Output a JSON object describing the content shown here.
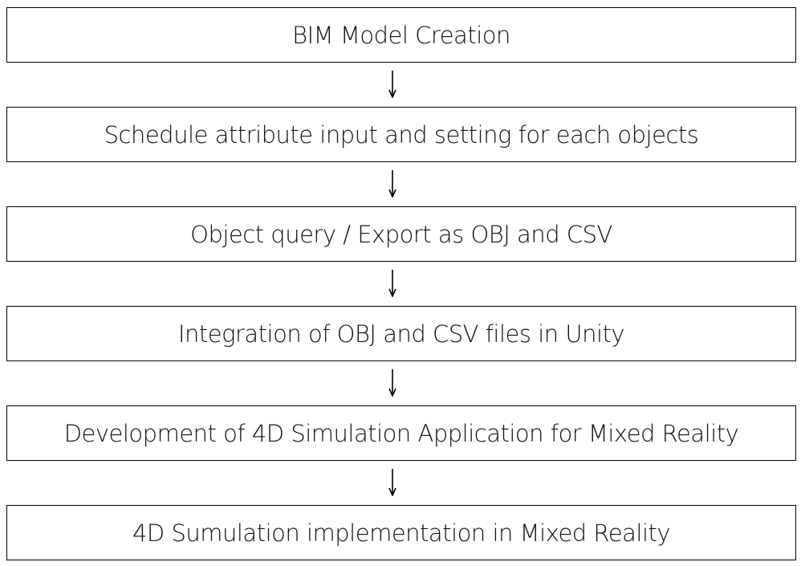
{
  "flowchart": {
    "steps": [
      {
        "label": "BIM Model Creation"
      },
      {
        "label": "Schedule attribute input and setting for each objects"
      },
      {
        "label": "Object query / Export as OBJ and CSV"
      },
      {
        "label": "Integration of OBJ and CSV files in Unity"
      },
      {
        "label": "Development of 4D Simulation Application for Mixed Reality"
      },
      {
        "label": "4D Sumulation implementation in Mixed Reality"
      }
    ],
    "colors": {
      "border": "#000000",
      "text": "#111111",
      "background": "#ffffff"
    },
    "arrow_icon": "arrow-down-icon"
  }
}
